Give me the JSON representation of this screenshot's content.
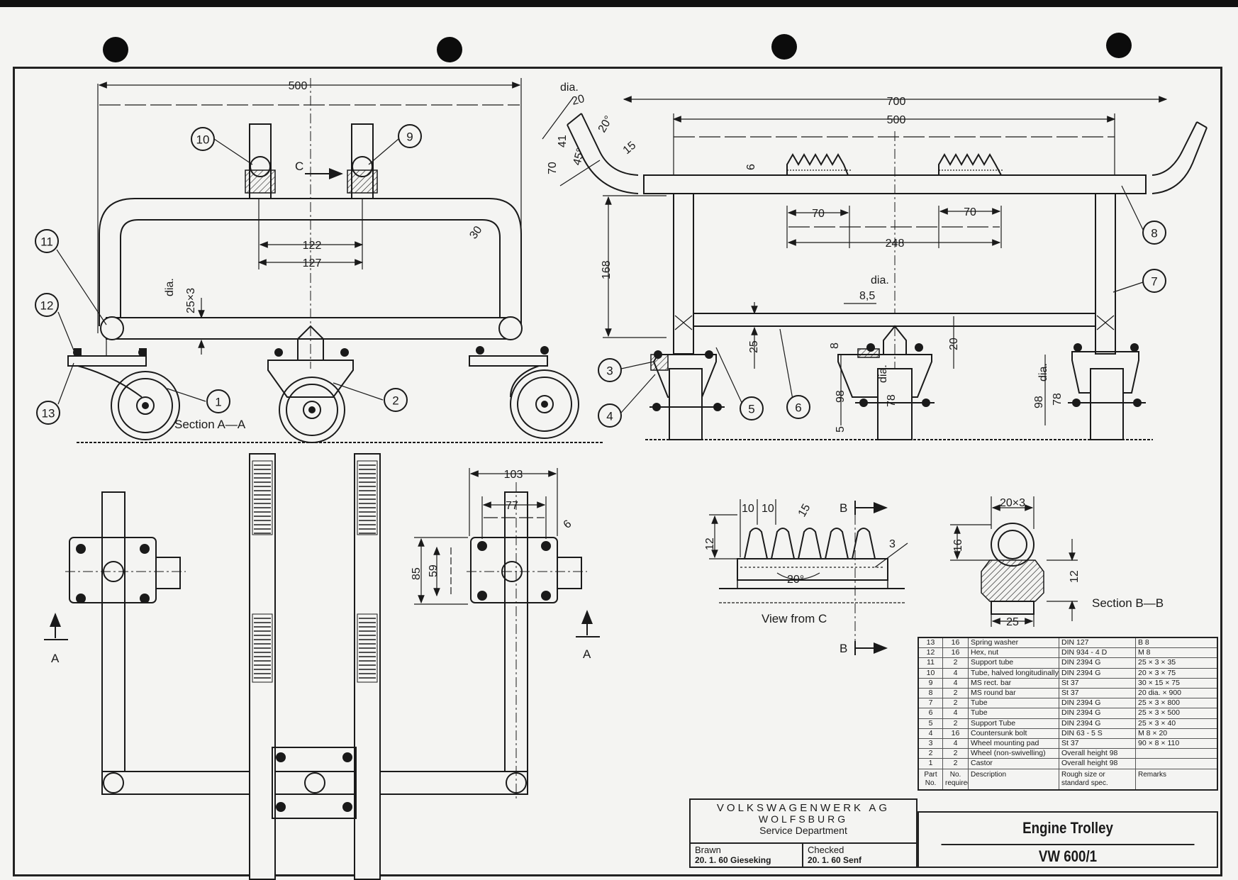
{
  "dimensions": {
    "side_overall_width": "500",
    "side_tube_gap_outer": "127",
    "side_tube_gap_inner": "122",
    "bend_radius": "30",
    "tube_dia_label": "dia.",
    "tube_dia_value": "25×3",
    "front_overall": "700",
    "front_width": "500",
    "rack_length_a": "70",
    "rack_length_b": "70",
    "rack_span": "248",
    "rack_height": "6",
    "frame_height": "168",
    "crossbar_offset": "25",
    "wheel_height": "98",
    "wheel_gap": "5",
    "wheel_dia_label": "dia.",
    "wheel_dia_value": "78",
    "pad_thickness": "8",
    "bolt_dia_label": "dia.",
    "bolt_dia_value": "8,5",
    "pad_offset": "20",
    "handle_dia_label": "dia.",
    "handle_dia_value": "20",
    "handle_angle_a": "20°",
    "handle_length": "70",
    "handle_sub": "41",
    "handle_angle_b": "45°",
    "handle_bend": "15",
    "pad_width": "103",
    "pad_hole_spacing": "77",
    "pad_height": "85",
    "pad_hole_vert": "59",
    "pad_hole_dia": "6",
    "tooth_pitch_a": "10",
    "tooth_pitch_b": "10",
    "tooth_radius": "15",
    "tooth_height": "12",
    "tooth_weld": "3",
    "tooth_angle": "20°",
    "sec_bb_size": "20×3",
    "sec_bb_height": "16",
    "sec_bb_bar": "12",
    "sec_bb_width": "25",
    "wheel_height_right": "98",
    "wheel_dia_right": "78",
    "wheel_dia_right_label": "dia."
  },
  "labels": {
    "section_aa": "Section A—A",
    "view_c": "View from C",
    "section_bb": "Section B—B",
    "arrow_c": "C",
    "arrow_a": "A",
    "arrow_b": "B"
  },
  "balloons": [
    "1",
    "2",
    "3",
    "4",
    "5",
    "6",
    "7",
    "8",
    "9",
    "10",
    "11",
    "12",
    "13"
  ],
  "parts_header": {
    "part_no": "Part No.",
    "no_required": "No. required",
    "description": "Description",
    "spec": "Rough size or standard spec.",
    "remarks": "Remarks"
  },
  "parts": [
    {
      "part": "13",
      "qty": "16",
      "desc": "Spring washer",
      "spec": "DIN 127",
      "remark": "B 8"
    },
    {
      "part": "12",
      "qty": "16",
      "desc": "Hex, nut",
      "spec": "DIN 934 - 4 D",
      "remark": "M 8"
    },
    {
      "part": "11",
      "qty": "2",
      "desc": "Support tube",
      "spec": "DIN 2394 G",
      "remark": "25 × 3 × 35"
    },
    {
      "part": "10",
      "qty": "4",
      "desc": "Tube, halved longitudinally",
      "spec": "DIN 2394 G",
      "remark": "20 × 3 × 75"
    },
    {
      "part": "9",
      "qty": "4",
      "desc": "MS rect. bar",
      "spec": "St 37",
      "remark": "30 × 15 × 75"
    },
    {
      "part": "8",
      "qty": "2",
      "desc": "MS round bar",
      "spec": "St 37",
      "remark": "20 dia. × 900"
    },
    {
      "part": "7",
      "qty": "2",
      "desc": "Tube",
      "spec": "DIN 2394 G",
      "remark": "25 × 3 × 800"
    },
    {
      "part": "6",
      "qty": "4",
      "desc": "Tube",
      "spec": "DIN 2394 G",
      "remark": "25 × 3 × 500"
    },
    {
      "part": "5",
      "qty": "2",
      "desc": "Support Tube",
      "spec": "DIN 2394 G",
      "remark": "25 × 3 × 40"
    },
    {
      "part": "4",
      "qty": "16",
      "desc": "Countersunk bolt",
      "spec": "DIN 63 - 5 S",
      "remark": "M 8 × 20"
    },
    {
      "part": "3",
      "qty": "4",
      "desc": "Wheel mounting pad",
      "spec": "St 37",
      "remark": "90 × 8 × 110"
    },
    {
      "part": "2",
      "qty": "2",
      "desc": "Wheel (non-swivelling)",
      "spec": "Overall height 98",
      "remark": ""
    },
    {
      "part": "1",
      "qty": "2",
      "desc": "Castor",
      "spec": "Overall height 98",
      "remark": ""
    }
  ],
  "title": {
    "name": "Engine Trolley",
    "number": "VW 600/1"
  },
  "company": {
    "line1": "VOLKSWAGENWERK AG",
    "line2": "WOLFSBURG",
    "line3": "Service Department",
    "drawn_label": "Brawn",
    "drawn_value": "20. 1. 60 Gieseking",
    "checked_label": "Checked",
    "checked_value": "20. 1. 60 Senf"
  }
}
